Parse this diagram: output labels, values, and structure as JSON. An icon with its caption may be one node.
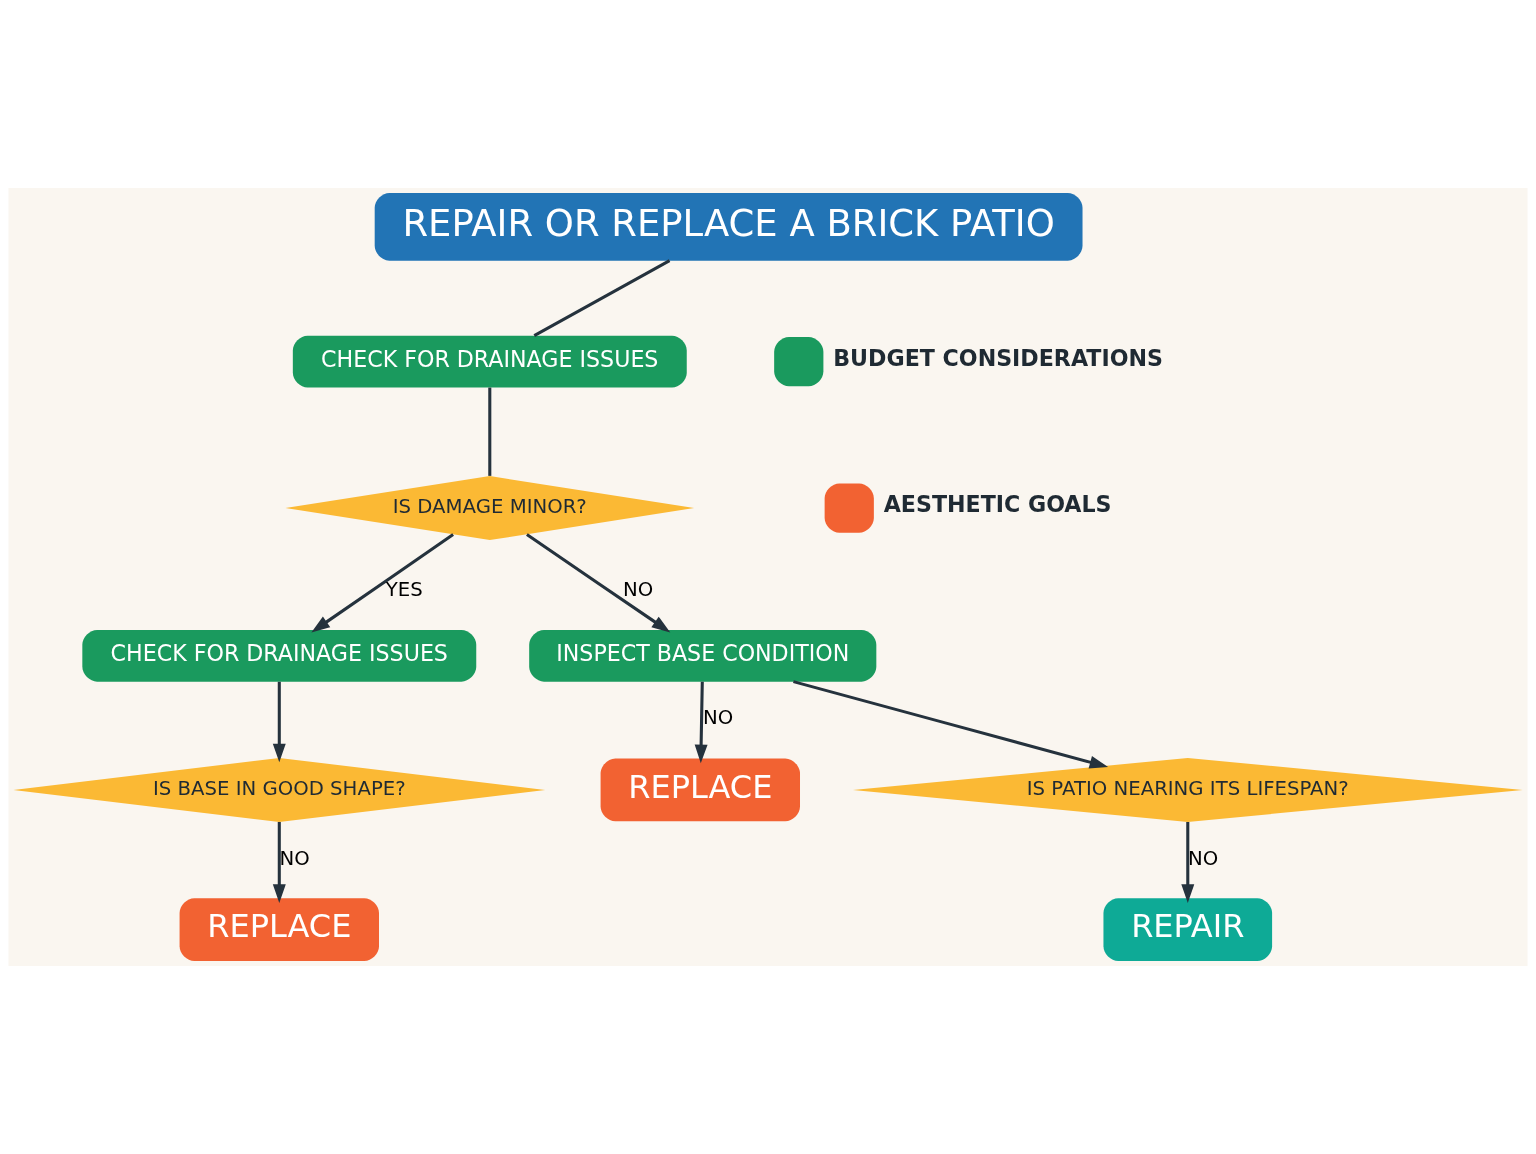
{
  "diagram": {
    "nodes": [
      {
        "text": [
          "REPAIR OR REPLACE A BRICK PATIO"
        ]
      },
      {
        "text": [
          "CHECK FOR DRAINAGE ISSUES"
        ]
      },
      {
        "text": [
          "IS DAMAGE MINOR?"
        ]
      },
      {
        "text": [
          "CHECK FOR DRAINAGE ISSUES"
        ]
      },
      {
        "text": [
          "INSPECT BASE CONDITION"
        ]
      },
      {
        "text": [
          "REPLACE"
        ]
      },
      {
        "text": [
          "IS BASE IN GOOD SHAPE?"
        ]
      },
      {
        "text": [
          "REPLACE"
        ]
      },
      {
        "text": [
          "IS PATIO NEARING ITS LIFESPAN?"
        ]
      },
      {
        "text": [
          "REPAIR"
        ]
      }
    ],
    "edges": [
      {
        "from": 0,
        "to": 1,
        "arrow": "none"
      },
      {
        "from": 1,
        "to": 2,
        "arrow": "none"
      },
      {
        "from": 2,
        "to": 3,
        "arrow": "to",
        "label": "YES"
      },
      {
        "from": 2,
        "to": 4,
        "arrow": "to",
        "label": "NO"
      },
      {
        "from": 4,
        "to": 5,
        "arrow": "to",
        "label": "NO"
      },
      {
        "from": 3,
        "to": 6,
        "arrow": "to"
      },
      {
        "from": 4,
        "to": 8,
        "arrow": "to"
      },
      {
        "from": 6,
        "to": 7,
        "arrow": "to",
        "label": "NO"
      },
      {
        "from": 8,
        "to": 9,
        "arrow": "to",
        "label": "NO"
      }
    ],
    "legend": [
      {
        "text": "BUDGET CONSIDERATIONS",
        "color": "#1a9a5e"
      },
      {
        "text": "AESTHETIC GOALS",
        "color": "#f26232"
      }
    ]
  }
}
